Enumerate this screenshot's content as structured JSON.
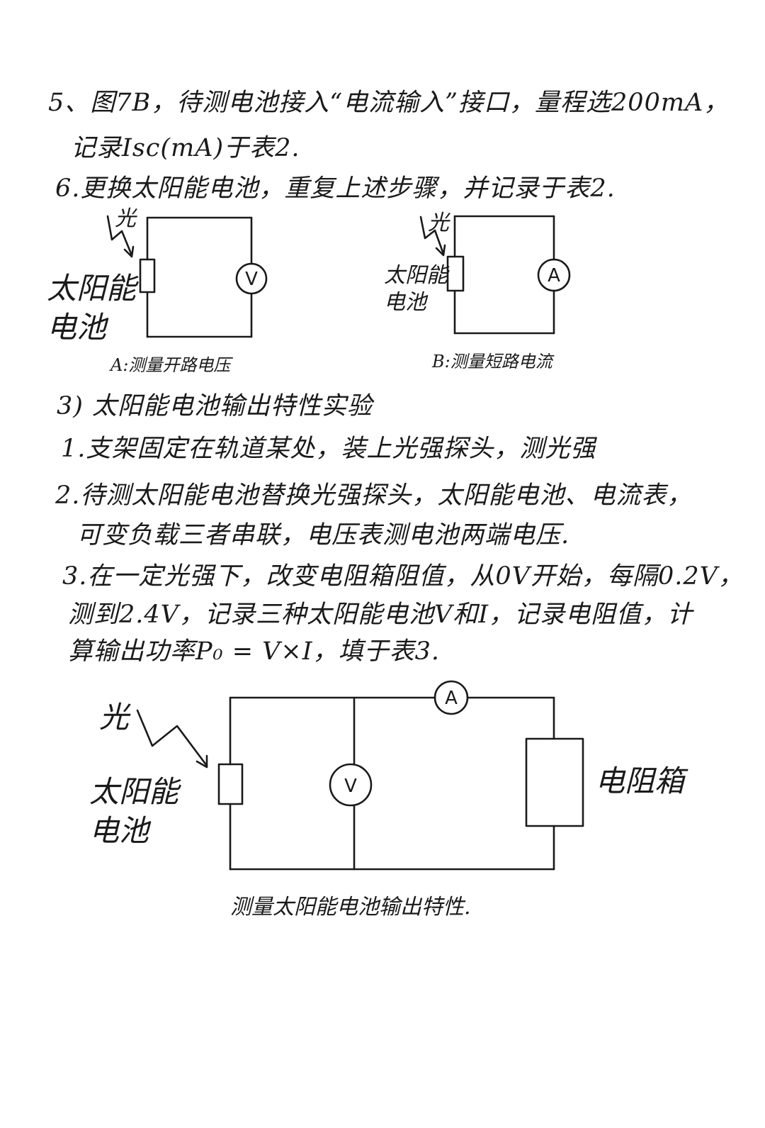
{
  "text_lines": [
    "5、图7B，待测电池接入“电流输入”接口，量程选200mA，",
    "记录Isc(mA)于表2.",
    "6.更换太阳能电池，重复上述步骤，并记录于表2.",
    "3) 太阳能电池输出特性实验",
    "1.支架固定在轨道某处，装上光强探头，测光强",
    "2.待测太阳能电池替换光强探头，太阳能电池、电流表，",
    "可变负载三者串联，电压表测电池两端电压.",
    "3.在一定光强下，改变电阻箱阻值，从0V开始，每隔0.2V，",
    "测到2.4V，记录三种太阳能电池V和I，记录电阻值，计",
    "算输出功率P₀ = V×I，填于表3."
  ],
  "diagram_a": {
    "light_label": "光",
    "cell_label": "太阳能\n电池",
    "meter_symbol": "V",
    "caption": "A:测量开路电压"
  },
  "diagram_b": {
    "light_label": "光",
    "cell_label": "太阳能\n电池",
    "meter_symbol": "A",
    "caption": "B:测量短路电流"
  },
  "diagram_c": {
    "light_label": "光",
    "cell_label": "太阳能\n电池",
    "ammeter_symbol": "A",
    "voltmeter_symbol": "V",
    "resistor_label": "电阻箱",
    "caption": "测量太阳能电池输出特性."
  }
}
